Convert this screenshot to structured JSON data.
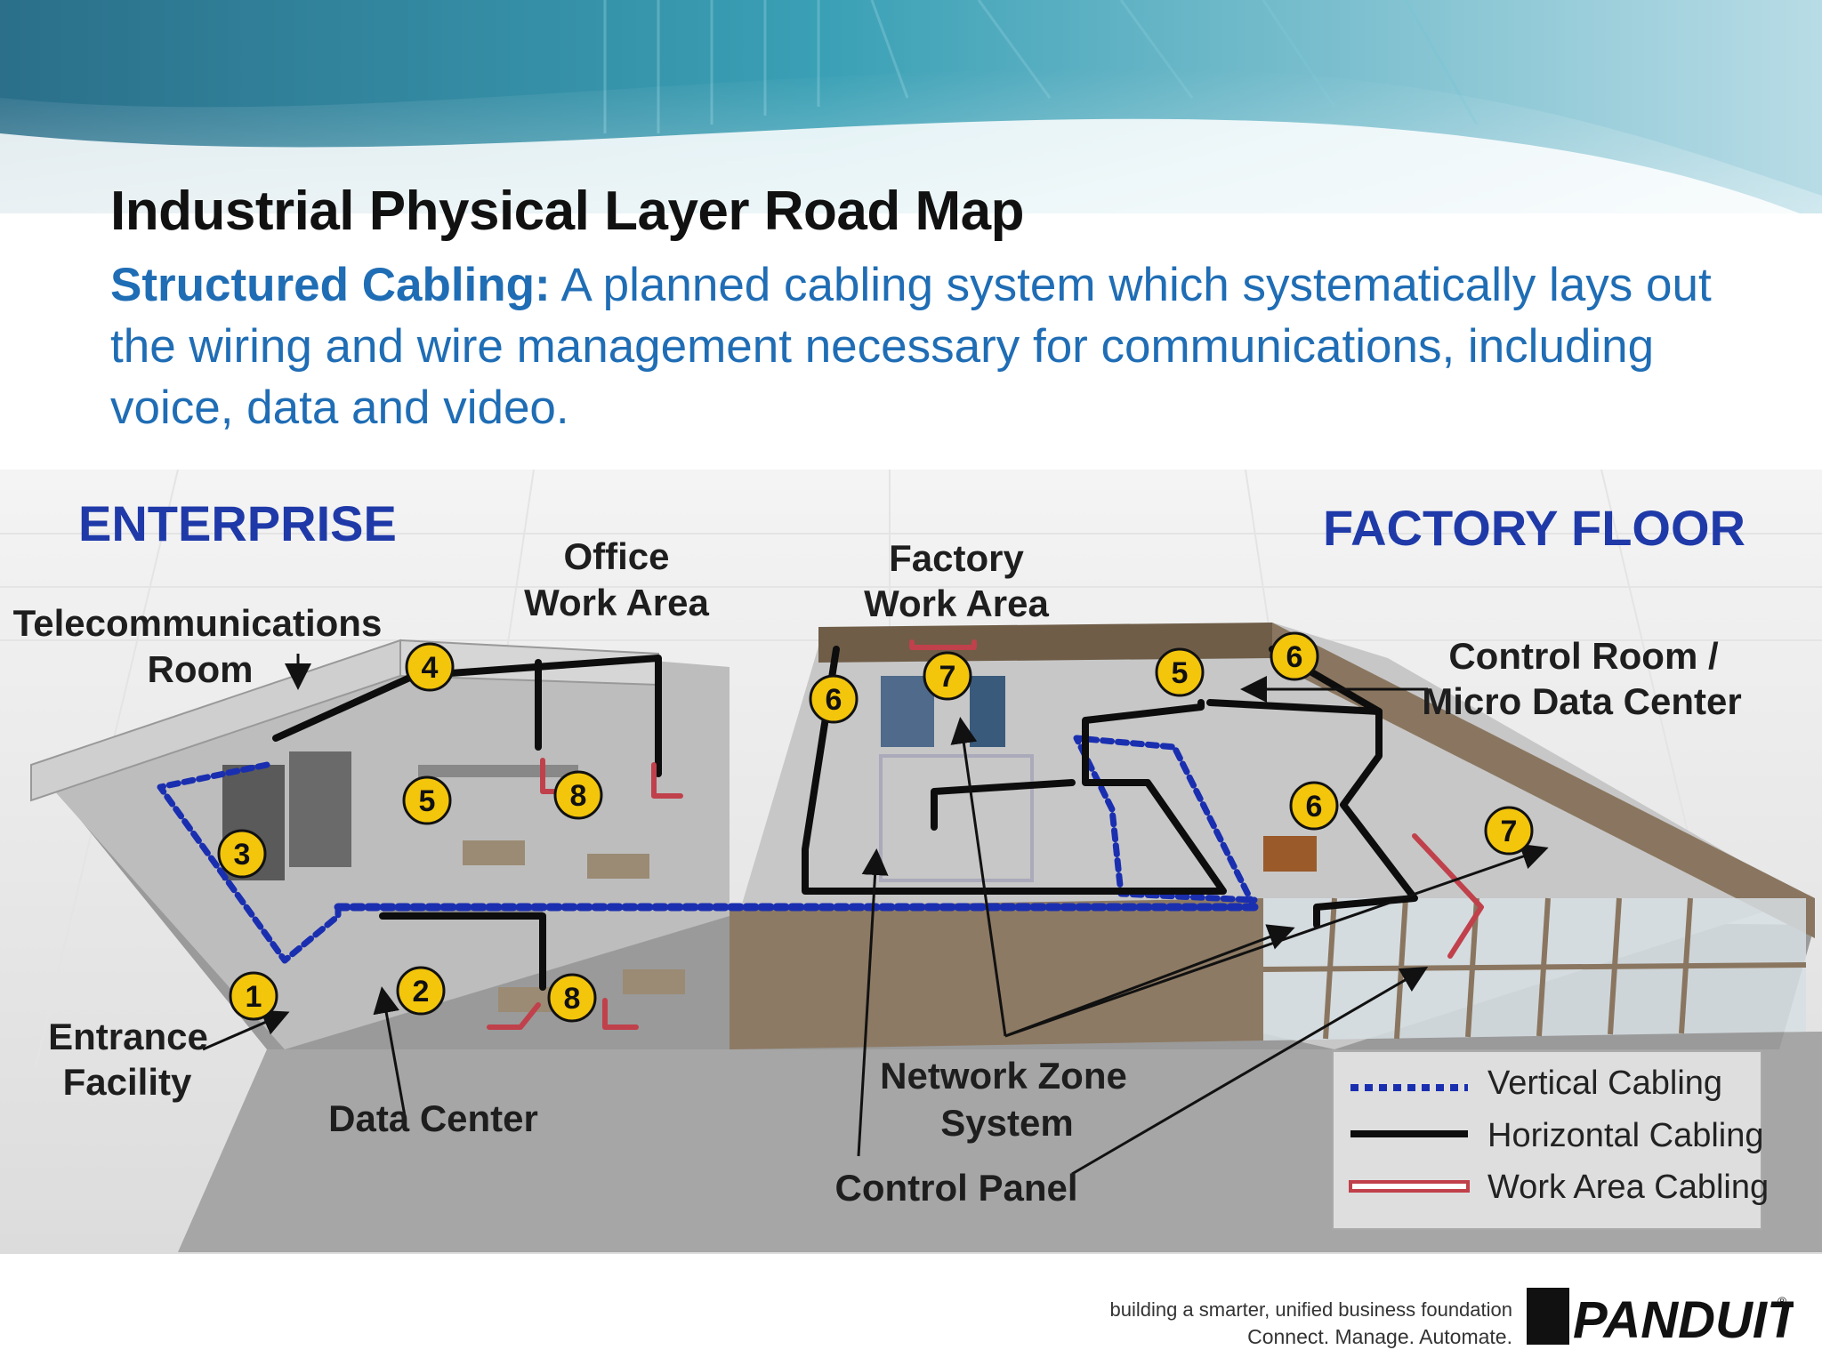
{
  "slide": {
    "title": "Industrial Physical Layer Road Map",
    "subtitle_lead": "Structured Cabling:",
    "subtitle_body": " A planned cabling system which systematically lays out the wiring and wire management necessary for communications, including voice, data and video."
  },
  "diagram": {
    "heading_left": "ENTERPRISE",
    "heading_right": "FACTORY FLOOR",
    "labels": {
      "telecom_line1": "Telecommunications",
      "telecom_line2": "Room",
      "office_line1": "Office",
      "office_line2": "Work Area",
      "factory_line1": "Factory",
      "factory_line2": "Work Area",
      "control_room_line1": "Control Room /",
      "control_room_line2": "Micro Data Center",
      "entrance_line1": "Entrance",
      "entrance_line2": "Facility",
      "data_center": "Data Center",
      "nzs_line1": "Network Zone",
      "nzs_line2": "System",
      "control_panel": "Control Panel"
    },
    "badges": [
      "1",
      "2",
      "3",
      "4",
      "5",
      "8",
      "8",
      "6",
      "7",
      "5",
      "6",
      "6",
      "7"
    ],
    "legend": {
      "vertical": "Vertical Cabling",
      "horizontal": "Horizontal Cabling",
      "work_area": "Work Area Cabling"
    },
    "colors": {
      "vertical": "#1a2fb0",
      "horizontal": "#0d0d0d",
      "work_area": "#c0414b",
      "badge": "#f3c50b",
      "heading": "#1f3aa8",
      "subtitle": "#1f6db5"
    }
  },
  "footer": {
    "tagline_line1": "building a smarter, unified business foundation",
    "tagline_line2": "Connect. Manage. Automate.",
    "logo_text": "PANDUIT",
    "logo_mark": "®"
  }
}
